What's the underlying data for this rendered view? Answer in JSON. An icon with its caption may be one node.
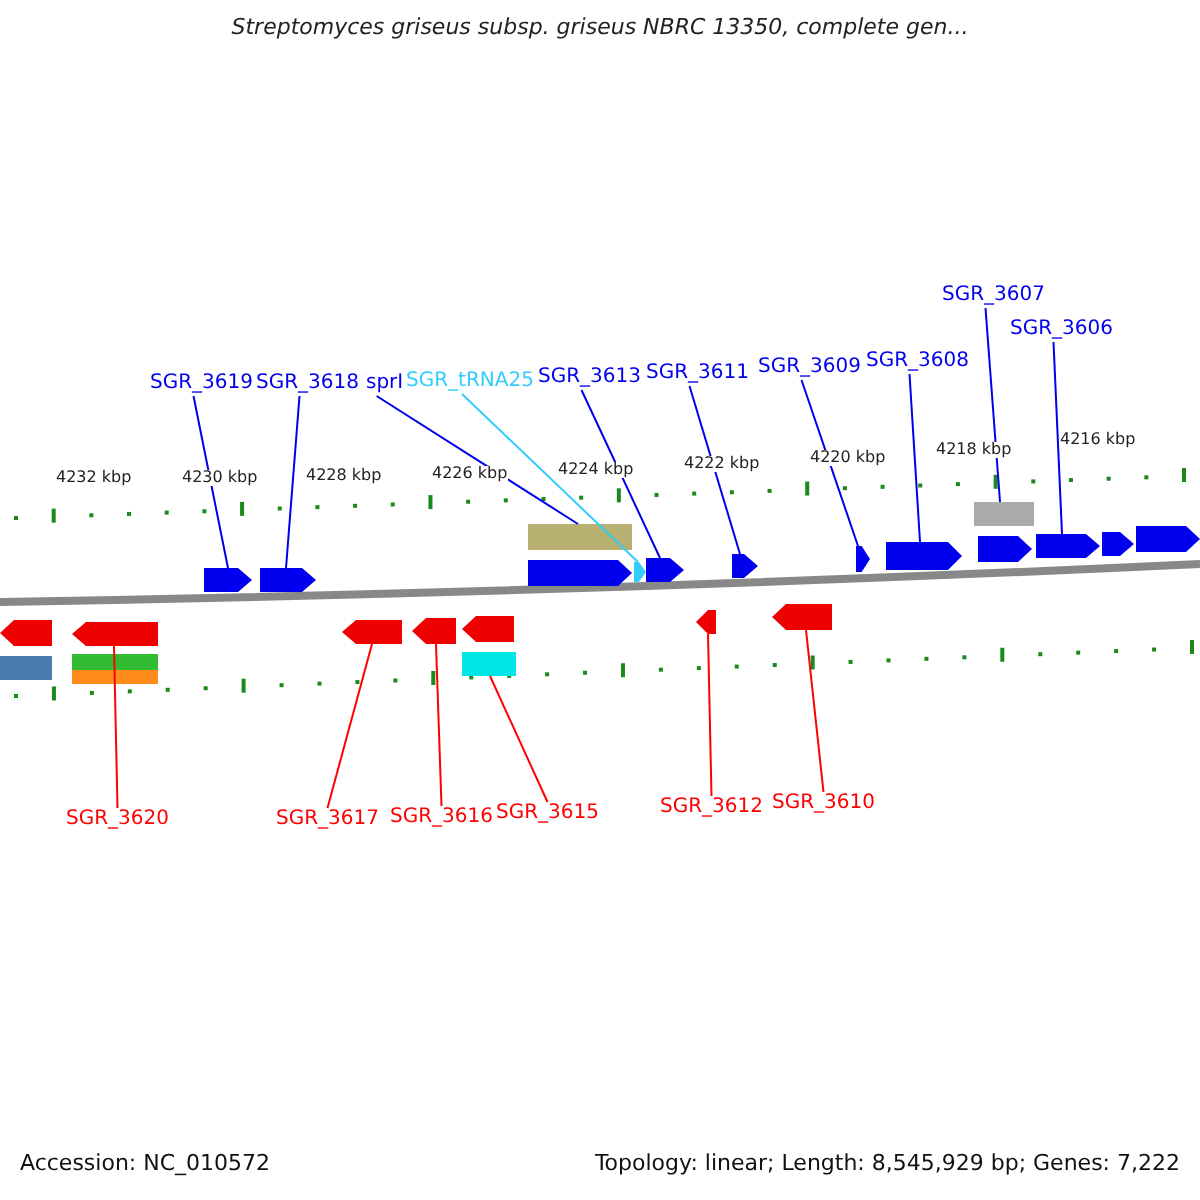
{
  "diagram": {
    "title": "Streptomyces griseus subsp. griseus NBRC 13350, complete gen...",
    "nodes": [
      {
        "text": [
          "SGR_3619"
        ]
      },
      {
        "text": [
          "SGR_3618"
        ]
      },
      {
        "text": [
          "sprI"
        ]
      },
      {
        "text": [
          "SGR_tRNA25"
        ]
      },
      {
        "text": [
          "SGR_3613"
        ]
      },
      {
        "text": [
          "SGR_3611"
        ]
      },
      {
        "text": [
          "SGR_3609"
        ]
      },
      {
        "text": [
          "SGR_3608"
        ]
      },
      {
        "text": [
          "SGR_3607"
        ]
      },
      {
        "text": [
          "SGR_3606"
        ]
      },
      {
        "text": [
          "SGR_3620"
        ]
      },
      {
        "text": [
          "SGR_3617"
        ]
      },
      {
        "text": [
          "SGR_3616"
        ]
      },
      {
        "text": [
          "SGR_3615"
        ]
      },
      {
        "text": [
          "SGR_3612"
        ]
      },
      {
        "text": [
          "SGR_3610"
        ]
      },
      {
        "text": [],
        "shape": "arrow"
      },
      {
        "text": [],
        "shape": "bar"
      },
      {
        "text": [],
        "shape": "arrow"
      },
      {
        "text": [],
        "shape": "bar"
      },
      {
        "text": [],
        "shape": "bar"
      },
      {
        "text": [],
        "shape": "arrow"
      },
      {
        "text": [],
        "shape": "arrow"
      },
      {
        "text": [],
        "shape": "arrow"
      },
      {
        "text": [],
        "shape": "arrow"
      },
      {
        "text": [],
        "shape": "arrow"
      },
      {
        "text": [],
        "shape": "bar"
      },
      {
        "text": [],
        "shape": "bar"
      },
      {
        "text": [],
        "shape": "arrow"
      },
      {
        "text": [],
        "shape": "arrow"
      },
      {
        "text": [],
        "shape": "arrow"
      },
      {
        "text": [],
        "shape": "arrow"
      },
      {
        "text": [],
        "shape": "arrow"
      },
      {
        "text": [],
        "shape": "arrow"
      },
      {
        "text": [],
        "shape": "arrow"
      },
      {
        "text": [],
        "shape": "arrow"
      },
      {
        "text": [],
        "shape": "bar"
      },
      {
        "text": [],
        "shape": "arrow"
      },
      {
        "text": [],
        "shape": "arrow"
      },
      {
        "text": [],
        "shape": "arrow"
      },
      {
        "text": [],
        "shape": "arrow"
      }
    ],
    "edges": [
      {
        "from": 0,
        "to": 21,
        "arrow": "none"
      },
      {
        "from": 1,
        "to": 22,
        "arrow": "none"
      },
      {
        "from": 2,
        "to": 27,
        "arrow": "none"
      },
      {
        "from": 3,
        "to": 29,
        "arrow": "none",
        "color": "#33ccff"
      },
      {
        "from": 4,
        "to": 30,
        "arrow": "none"
      },
      {
        "from": 5,
        "to": 32,
        "arrow": "none"
      },
      {
        "from": 6,
        "to": 34,
        "arrow": "none"
      },
      {
        "from": 7,
        "to": 35,
        "arrow": "none"
      },
      {
        "from": 8,
        "to": 36,
        "arrow": "none"
      },
      {
        "from": 9,
        "to": 38,
        "arrow": "none"
      },
      {
        "from": 10,
        "to": 18,
        "arrow": "none",
        "color": "#ff0000"
      },
      {
        "from": 11,
        "to": 23,
        "arrow": "none",
        "color": "#ff0000"
      },
      {
        "from": 12,
        "to": 24,
        "arrow": "none",
        "color": "#ff0000"
      },
      {
        "from": 13,
        "to": 26,
        "arrow": "none",
        "color": "#ff0000"
      },
      {
        "from": 14,
        "to": 31,
        "arrow": "none",
        "color": "#ff0000"
      },
      {
        "from": 15,
        "to": 33,
        "arrow": "none",
        "color": "#ff0000"
      }
    ],
    "labels": [
      "4232 kbp",
      "4230 kbp",
      "4228 kbp",
      "4226 kbp",
      "4224 kbp",
      "4222 kbp",
      "4220 kbp",
      "4218 kbp",
      "4216 kbp",
      "Accession: NC_010572",
      "Topology: linear; Length: 8,545,929 bp; Genes: 7,222"
    ]
  }
}
